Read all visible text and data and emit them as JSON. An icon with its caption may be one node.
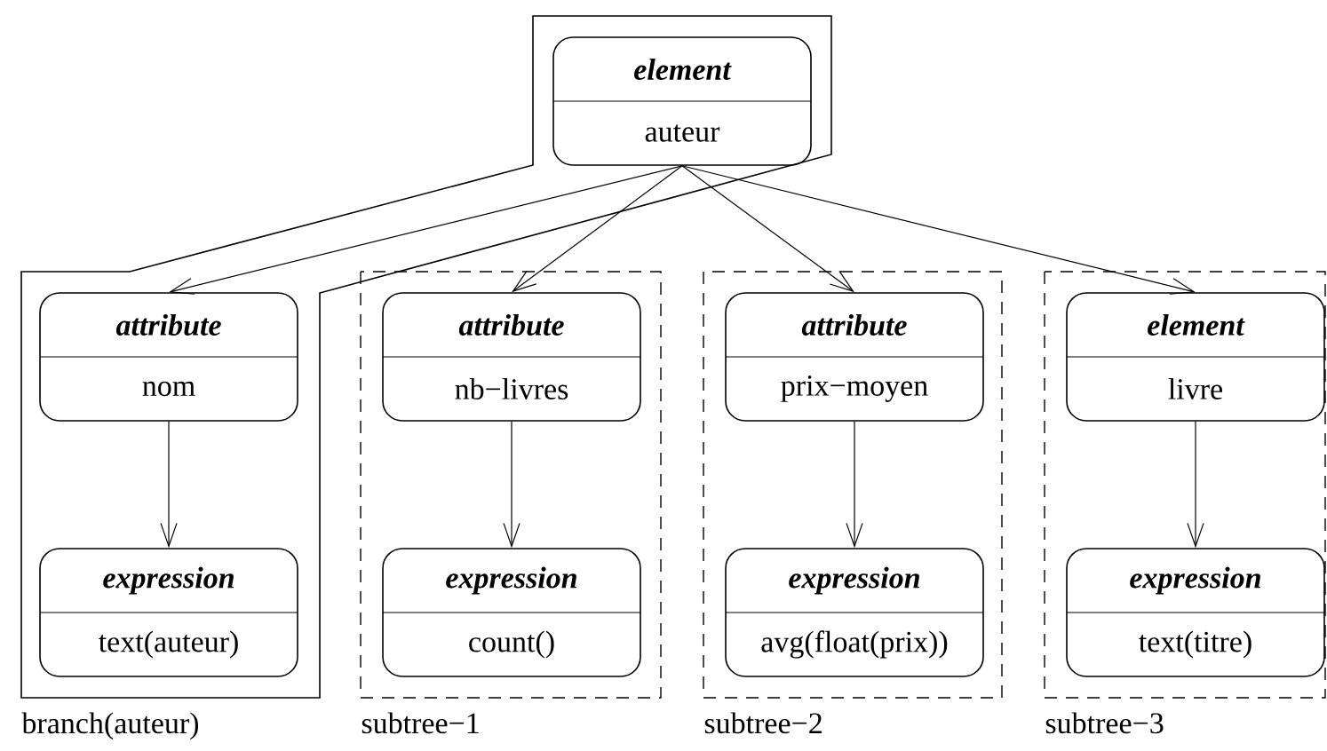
{
  "diagram": {
    "nodes": [
      {
        "text": [
          "branch(auteur)"
        ]
      },
      {
        "text": [
          "element",
          "auteur"
        ],
        "in": 0
      },
      {
        "text": [
          "attribute",
          "nom"
        ],
        "in": 0
      },
      {
        "text": [
          "expression",
          "text(auteur)"
        ],
        "in": 0
      },
      {
        "text": [
          "subtree−1"
        ]
      },
      {
        "text": [
          "attribute",
          "nb−livres"
        ],
        "in": 4
      },
      {
        "text": [
          "expression",
          "count()"
        ],
        "in": 4
      },
      {
        "text": [
          "subtree−2"
        ]
      },
      {
        "text": [
          "attribute",
          "prix−moyen"
        ],
        "in": 7
      },
      {
        "text": [
          "expression",
          "avg(float(prix))"
        ],
        "in": 7
      },
      {
        "text": [
          "subtree−3"
        ]
      },
      {
        "text": [
          "element",
          "livre"
        ],
        "in": 10
      },
      {
        "text": [
          "expression",
          "text(titre)"
        ],
        "in": 10
      }
    ],
    "edges": [
      {
        "from": 1,
        "to": 2,
        "arrow": "to"
      },
      {
        "from": 1,
        "to": 5,
        "arrow": "to"
      },
      {
        "from": 1,
        "to": 8,
        "arrow": "to"
      },
      {
        "from": 1,
        "to": 11,
        "arrow": "to"
      },
      {
        "from": 2,
        "to": 3,
        "arrow": "to"
      },
      {
        "from": 5,
        "to": 6,
        "arrow": "to"
      },
      {
        "from": 8,
        "to": 9,
        "arrow": "to"
      },
      {
        "from": 11,
        "to": 12,
        "arrow": "to"
      }
    ]
  }
}
